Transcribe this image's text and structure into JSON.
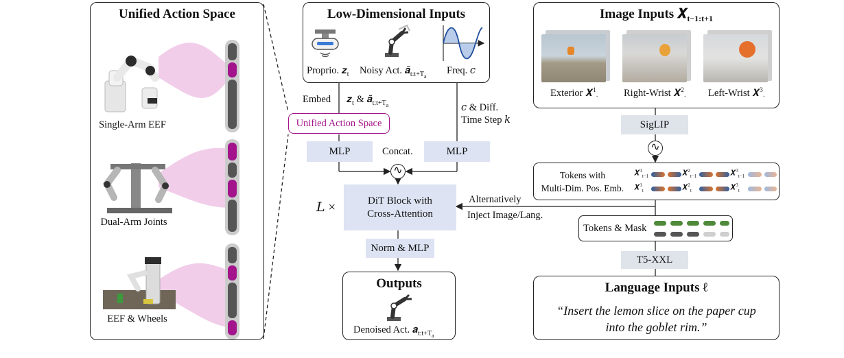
{
  "unified": {
    "title": "Unified Action Space",
    "robots": [
      {
        "label": "Single-Arm EEF"
      },
      {
        "label": "Dual-Arm Joints"
      },
      {
        "label": "EEF & Wheels"
      }
    ]
  },
  "low_dim": {
    "title": "Low-Dimensional Inputs",
    "proprio": "Proprio. 𝒛",
    "proprio_sub": "t",
    "noisy": "Noisy Act. 𝒂̃",
    "noisy_sub": "t:t+T",
    "noisy_subsub": "a",
    "freq": "Freq. 𝑐"
  },
  "flow": {
    "embed": "Embed",
    "z_and_a": "𝒛",
    "z_and_a_mid": " & 𝒂̃",
    "z_sub": "t",
    "a_sub": "t:t+T",
    "a_subsub": "a",
    "c_diff_1": "𝑐 & Diff.",
    "c_diff_2": "Time Step 𝑘",
    "unified_box": "Unified Action Space",
    "mlp_left": "MLP",
    "mlp_right": "MLP",
    "concat": "Concat.",
    "l_times": "𝐿 ×",
    "dit_1": "DiT Block with",
    "dit_2": "Cross-Attention",
    "alt_1": "Alternatively",
    "alt_2": "Inject Image/Lang.",
    "norm_mlp": "Norm & MLP"
  },
  "outputs": {
    "title": "Outputs",
    "label": "Denoised Act. 𝒂",
    "sub": "t:t+T",
    "subsub": "a"
  },
  "image_inputs": {
    "title": "Image Inputs 𝑿",
    "title_sub": "t−1:t+1",
    "views": [
      {
        "label": "Exterior 𝑿",
        "sup": "1",
        "sub": "·"
      },
      {
        "label": "Right-Wrist 𝑿",
        "sup": "2",
        "sub": "·"
      },
      {
        "label": "Left-Wrist 𝑿",
        "sup": "3",
        "sub": "·"
      }
    ]
  },
  "siglip": "SigLIP",
  "tokens": {
    "line1": "Tokens with",
    "line2": "Multi-Dim. Pos. Emb.",
    "row1": [
      "𝑿",
      "𝑿",
      "𝑿"
    ],
    "row1_sup": [
      "1",
      "2",
      "3"
    ],
    "row1_sub": [
      "t−1",
      "t−1",
      "t−1"
    ],
    "row2": [
      "𝑿",
      "𝑿",
      "𝑿"
    ],
    "row2_sup": [
      "1",
      "2",
      "3"
    ],
    "row2_sub": [
      "t",
      "t",
      "t"
    ]
  },
  "mask": {
    "label": "Tokens & Mask"
  },
  "t5": "T5-XXL",
  "language": {
    "title": "Language Inputs ℓ",
    "line1": "“Insert the lemon slice on the paper cup",
    "line2": "into the goblet rim.”"
  },
  "colors": {
    "magenta": "#a3148c",
    "pink_band": "#efc4e6",
    "token_gray": "#555555",
    "token_green": "#4f8a3a",
    "token_light": "#cfcfcf",
    "box_blue": "#dde3f2",
    "box_grey": "#dfe3ea"
  }
}
